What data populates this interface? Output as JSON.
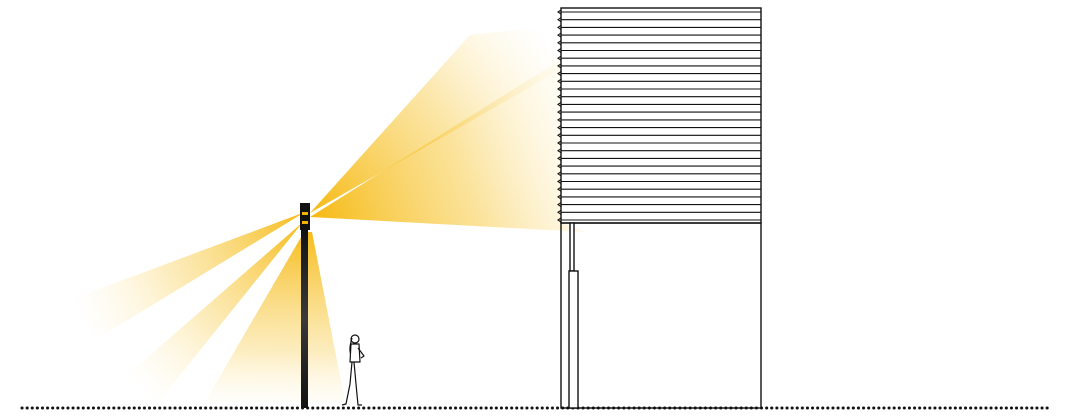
{
  "scene": {
    "light_color": "#F5B400",
    "line_color": "#111111",
    "background": "#FFFFFF",
    "elements": [
      "ground-line",
      "light-pole",
      "light-beams",
      "pedestrian",
      "building",
      "facade-louvers",
      "building-column"
    ],
    "louver_count": 28
  }
}
